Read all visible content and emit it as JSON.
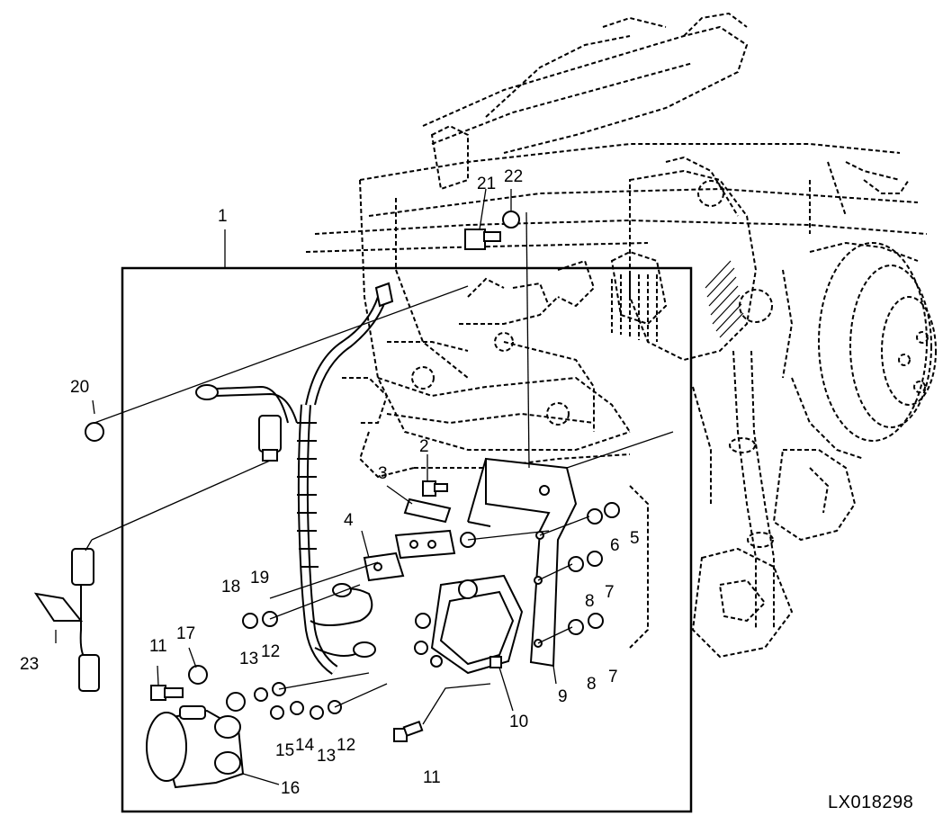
{
  "figure_id": "LX018298",
  "callouts": [
    {
      "n": "1"
    },
    {
      "n": "22"
    },
    {
      "n": "21"
    },
    {
      "n": "20"
    },
    {
      "n": "2"
    },
    {
      "n": "3"
    },
    {
      "n": "4"
    },
    {
      "n": "5"
    },
    {
      "n": "6"
    },
    {
      "n": "7"
    },
    {
      "n": "8"
    },
    {
      "n": "7"
    },
    {
      "n": "8"
    },
    {
      "n": "18"
    },
    {
      "n": "19"
    },
    {
      "n": "23"
    },
    {
      "n": "11"
    },
    {
      "n": "17"
    },
    {
      "n": "13"
    },
    {
      "n": "12"
    },
    {
      "n": "9"
    },
    {
      "n": "10"
    },
    {
      "n": "15"
    },
    {
      "n": "14"
    },
    {
      "n": "13"
    },
    {
      "n": "12"
    },
    {
      "n": "11"
    },
    {
      "n": "16"
    }
  ]
}
